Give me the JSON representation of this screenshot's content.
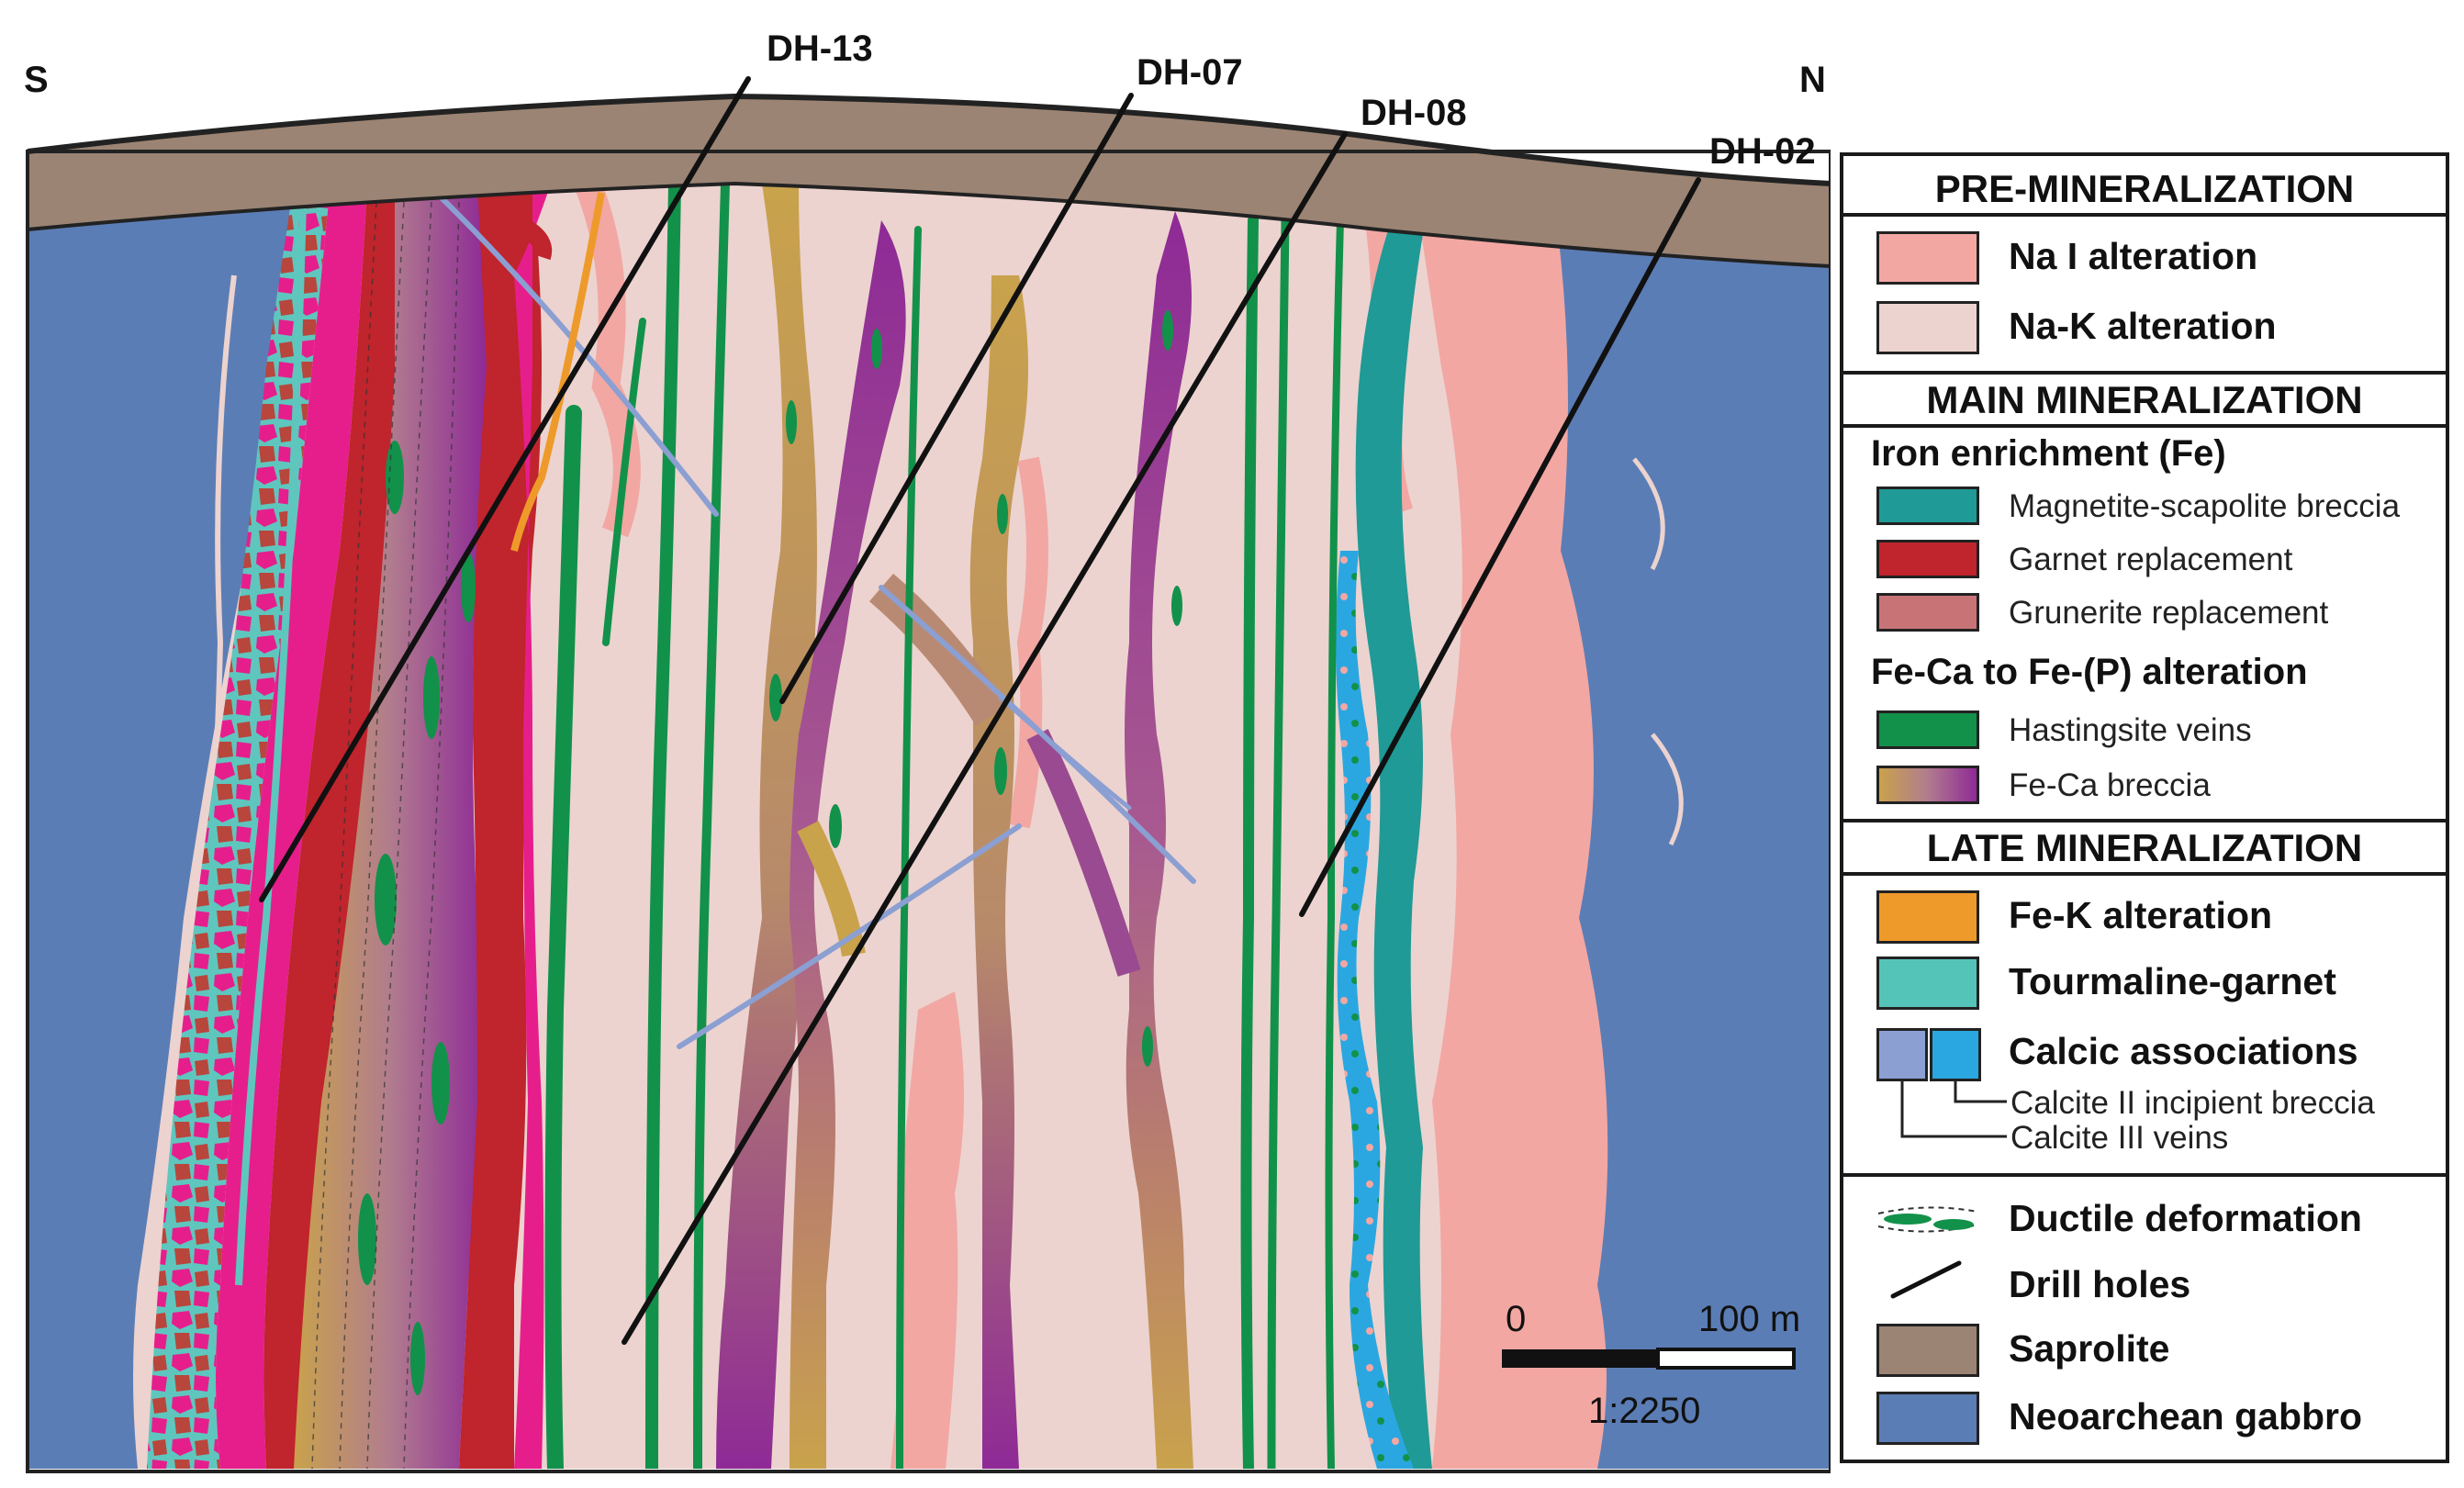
{
  "cross_section": {
    "south_label": "S",
    "north_label": "N",
    "drill_holes": [
      {
        "id": "dh13",
        "label": "DH-13"
      },
      {
        "id": "dh07",
        "label": "DH-07"
      },
      {
        "id": "dh08",
        "label": "DH-08"
      },
      {
        "id": "dh02",
        "label": "DH-02"
      }
    ],
    "scale_bar": {
      "zero_label": "0",
      "max_label": "100 m",
      "ratio_label": "1:2250"
    }
  },
  "legend": {
    "pre_header": "PRE-MINERALIZATION",
    "pre_items": [
      {
        "label": "Na I alteration",
        "color": "#f2a7a3"
      },
      {
        "label": "Na-K alteration",
        "color": "#ecd3cf"
      }
    ],
    "main_header": "MAIN MINERALIZATION",
    "iron_subheader": "Iron enrichment (Fe)",
    "iron_items": [
      {
        "label": "Magnetite-scapolite breccia",
        "color": "#1f9a96"
      },
      {
        "label": "Garnet replacement",
        "color": "#c0242c"
      },
      {
        "label": "Grunerite replacement",
        "color": "#c87477"
      }
    ],
    "feca_subheader": "Fe-Ca to Fe-(P) alteration",
    "feca_items": [
      {
        "label": "Hastingsite veins",
        "color": "#12914a"
      },
      {
        "label": "Fe-Ca breccia",
        "color": "gradient"
      }
    ],
    "late_header": "LATE MINERALIZATION",
    "late_items": [
      {
        "label": "Fe-K alteration",
        "color": "#ee9a2a"
      },
      {
        "label": "Tourmaline-garnet",
        "color": "#55c4b8"
      }
    ],
    "calcic_label": "Calcic associations",
    "calcite2_label": "Calcite II incipient breccia",
    "calcite3_label": "Calcite III veins",
    "calcite2_color": "#2aa7e0",
    "calcite3_color": "#8b9fd2",
    "other_items": [
      {
        "label": "Ductile deformation"
      },
      {
        "label": "Drill holes"
      },
      {
        "label": "Saprolite",
        "color": "#9b8474"
      },
      {
        "label": "Neoarchean gabbro",
        "color": "#5b7db5"
      }
    ]
  }
}
